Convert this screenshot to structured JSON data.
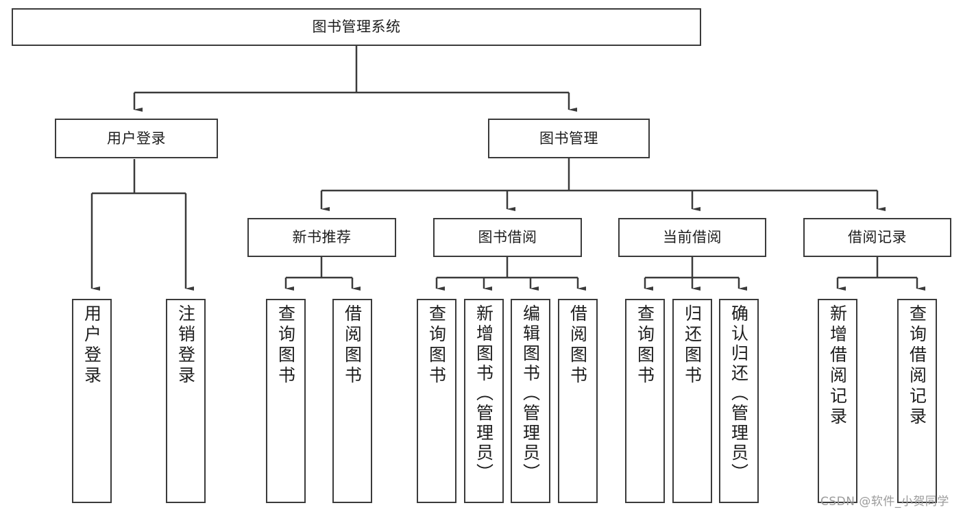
{
  "diagram": {
    "title": "图书管理系统",
    "watermark": "CSDN @软件_小贺同学",
    "line_color": "#3a3a3a",
    "box_fill": "#ffffff",
    "text_color": "#1d1d1d",
    "root": {
      "label": "图书管理系统"
    },
    "level1": [
      {
        "label": "用户登录"
      },
      {
        "label": "图书管理"
      }
    ],
    "level2": [
      {
        "label": "新书推荐"
      },
      {
        "label": "图书借阅"
      },
      {
        "label": "当前借阅"
      },
      {
        "label": "借阅记录"
      }
    ],
    "leaves": {
      "user_login": [
        {
          "label": "用户登录"
        },
        {
          "label": "注销登录"
        }
      ],
      "new_book": [
        {
          "label": "查询图书"
        },
        {
          "label": "借阅图书"
        }
      ],
      "book_borrow": [
        {
          "label": "查询图书"
        },
        {
          "label": "新增图书（管理员）"
        },
        {
          "label": "编辑图书（管理员）"
        },
        {
          "label": "借阅图书"
        }
      ],
      "current_borrow": [
        {
          "label": "查询图书"
        },
        {
          "label": "归还图书"
        },
        {
          "label": "确认归还（管理员）"
        }
      ],
      "borrow_record": [
        {
          "label": "新增借阅记录"
        },
        {
          "label": "查询借阅记录"
        }
      ]
    }
  }
}
